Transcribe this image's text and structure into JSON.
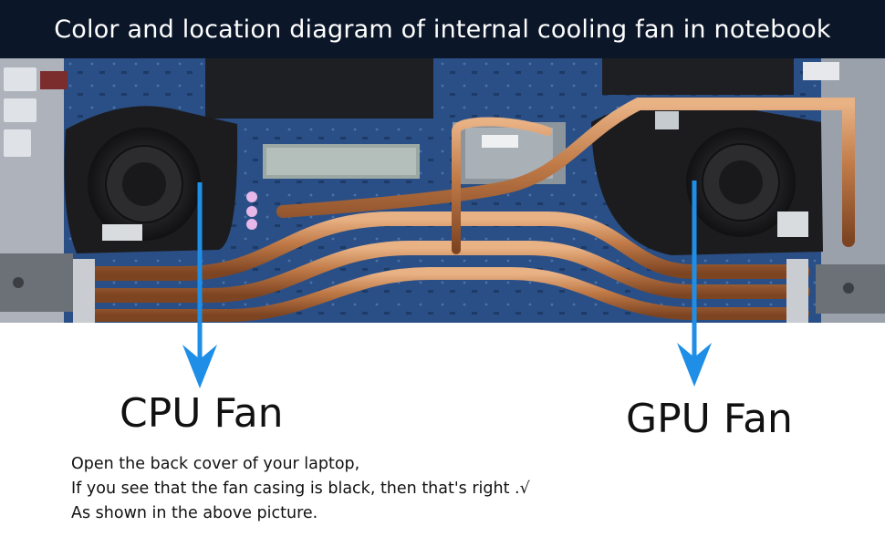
{
  "title": "Color and location diagram of internal cooling fan in notebook",
  "labels": {
    "cpu_fan": "CPU Fan",
    "gpu_fan": "GPU Fan"
  },
  "instructions": [
    "Open the back cover of your laptop,",
    "If you see that the fan casing is black, then that's right .√",
    "As shown in the above picture."
  ],
  "colors": {
    "title_background": "#0b1628",
    "title_text": "#ffffff",
    "arrow": "#1e8ee6",
    "board": "#2a4f86",
    "fan_housing": "#1c1c1e",
    "heatpipe": "#c07a47"
  }
}
